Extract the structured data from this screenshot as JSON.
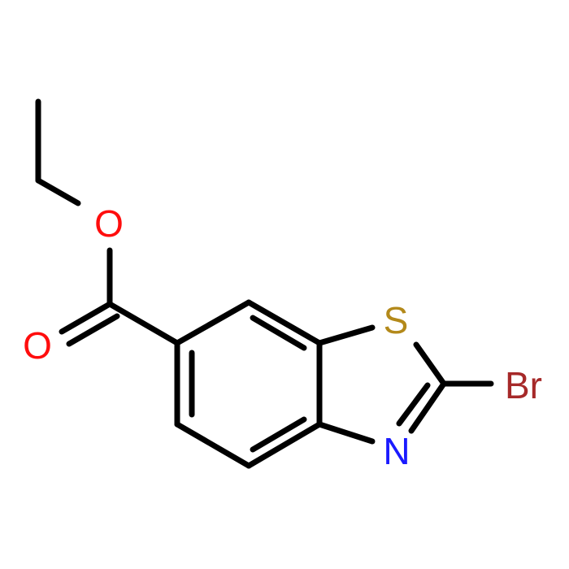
{
  "molecule": {
    "atoms": [
      {
        "id": "o_ester",
        "symbol": "O",
        "color": "#ff0d0d"
      },
      {
        "id": "o_carbonyl",
        "symbol": "O",
        "color": "#ff0d0d"
      },
      {
        "id": "s_ring",
        "symbol": "S",
        "color": "#b3891a"
      },
      {
        "id": "n_ring",
        "symbol": "N",
        "color": "#1a1aff"
      },
      {
        "id": "br",
        "symbol": "Br",
        "color": "#a62929"
      }
    ],
    "bond_color": "#000000"
  }
}
